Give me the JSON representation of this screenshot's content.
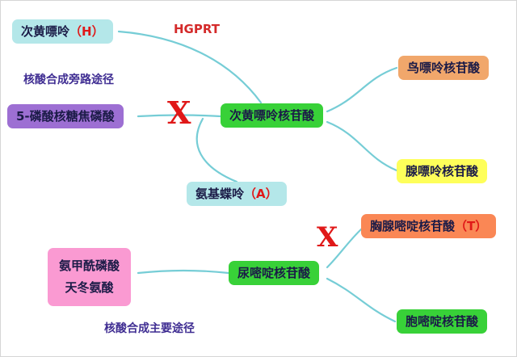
{
  "diagram": {
    "annotations": {
      "enzyme": "HGPRT",
      "salvage_pathway": "核酸合成旁路途径",
      "main_pathway": "核酸合成主要途径",
      "block_mark": "X"
    },
    "nodes": {
      "hypoxanthine": {
        "label": "次黄嘌呤",
        "suffix": "（H）"
      },
      "prpp": {
        "label": "5-磷酸核糖焦磷酸"
      },
      "imp": {
        "label": "次黄嘌呤核苷酸"
      },
      "gmp": {
        "label": "鸟嘌呤核苷酸"
      },
      "amp": {
        "label": "腺嘌呤核苷酸"
      },
      "aminopterin": {
        "label": "氨基蝶呤",
        "suffix": "（A）"
      },
      "tmp": {
        "label": "胸腺嘧啶核苷酸",
        "suffix": "（T）"
      },
      "precursors": {
        "line1": "氨甲酰磷酸",
        "line2": "天冬氨酸"
      },
      "ump": {
        "label": "尿嘧啶核苷酸"
      },
      "cmp": {
        "label": "胞嘧啶核苷酸"
      }
    },
    "colors": {
      "connector": "#76cdd6",
      "block_x": "#e01818",
      "enzyme_text": "#d42a2a",
      "pathway_text": "#3f2d92",
      "node_text": "#1b1b47",
      "cyan_box": "#b4e7e9",
      "purple_box": "#9d6fd3",
      "green_box": "#38d138",
      "orange_box": "#f1a76b",
      "yellow_box": "#feff5a",
      "coral_box": "#fa8755",
      "pink_box": "#fa9ad2"
    },
    "edges": [
      {
        "from": "hypoxanthine",
        "to": "imp",
        "via_enzyme": "HGPRT",
        "blocked": false
      },
      {
        "from": "prpp",
        "to": "imp",
        "blocked": true
      },
      {
        "from": "imp",
        "to": "gmp",
        "blocked": false
      },
      {
        "from": "imp",
        "to": "amp",
        "blocked": false
      },
      {
        "from": "aminopterin",
        "to": "imp",
        "blocked": false
      },
      {
        "from": "precursors",
        "to": "ump",
        "blocked": false
      },
      {
        "from": "ump",
        "to": "tmp",
        "blocked": true
      },
      {
        "from": "ump",
        "to": "cmp",
        "blocked": false
      }
    ]
  }
}
